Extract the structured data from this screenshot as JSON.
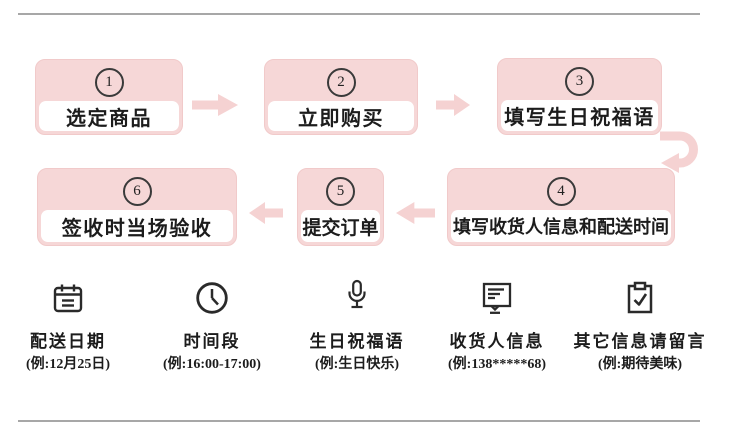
{
  "flow": {
    "row1": [
      {
        "num": "1",
        "label": "选定商品"
      },
      {
        "num": "2",
        "label": "立即购买"
      },
      {
        "num": "3",
        "label": "填写生日祝福语"
      }
    ],
    "row2": [
      {
        "num": "6",
        "label": "签收时当场验收"
      },
      {
        "num": "5",
        "label": "提交订单"
      },
      {
        "num": "4",
        "label": "填写收货人信息和配送时间"
      }
    ]
  },
  "legend": {
    "items": [
      {
        "icon": "calendar-icon",
        "label": "配送日期",
        "example": "(例:12月25日)"
      },
      {
        "icon": "clock-icon",
        "label": "时间段",
        "example": "(例:16:00-17:00)"
      },
      {
        "icon": "microphone-icon",
        "label": "生日祝福语",
        "example": "(例:生日快乐)"
      },
      {
        "icon": "message-icon",
        "label": "收货人信息",
        "example": "(例:138*****68)"
      },
      {
        "icon": "clipboard-check-icon",
        "label": "其它信息请留言",
        "example": "(例:期待美味)"
      }
    ]
  },
  "colors": {
    "accent_pink": "#f6d7d7",
    "arrow_pink": "#f5d2d2",
    "line_gray": "#a7a7a7",
    "text": "#1c1c1c"
  }
}
